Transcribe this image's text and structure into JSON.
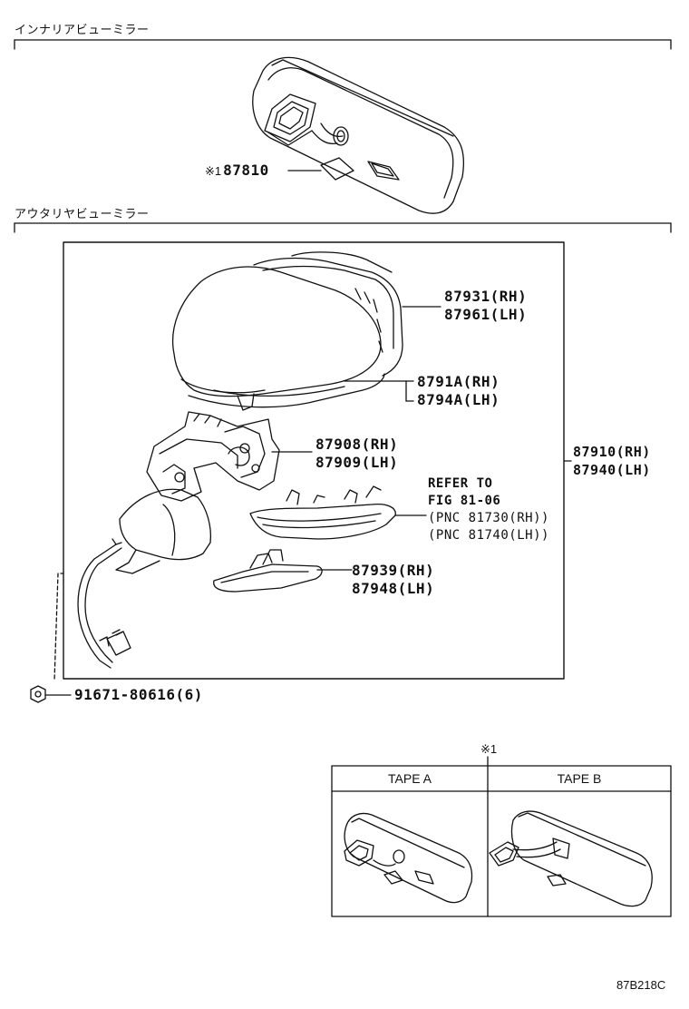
{
  "sections": {
    "inner_mirror_title": "インナリアビューミラー",
    "outer_mirror_title": "アウタリヤビューミラー"
  },
  "parts": {
    "p87810": {
      "mark": "※1",
      "number": "87810"
    },
    "p87931": {
      "rh": "87931(RH)",
      "lh": "87961(LH)"
    },
    "p8791A": {
      "rh": "8791A(RH)",
      "lh": "8794A(LH)"
    },
    "p87908": {
      "rh": "87908(RH)",
      "lh": "87909(LH)"
    },
    "p87910": {
      "rh": "87910(RH)",
      "lh": "87940(LH)"
    },
    "refer": {
      "line1": "REFER TO",
      "line2": "FIG 81-06",
      "line3": "(PNC 81730(RH))",
      "line4": "(PNC 81740(LH))"
    },
    "p87939": {
      "rh": "87939(RH)",
      "lh": "87948(LH)"
    },
    "p91671": {
      "number": "91671-80616(6)"
    }
  },
  "tape_table": {
    "mark": "※1",
    "col_a": "TAPE A",
    "col_b": "TAPE B"
  },
  "diagram_code": "87B218C"
}
